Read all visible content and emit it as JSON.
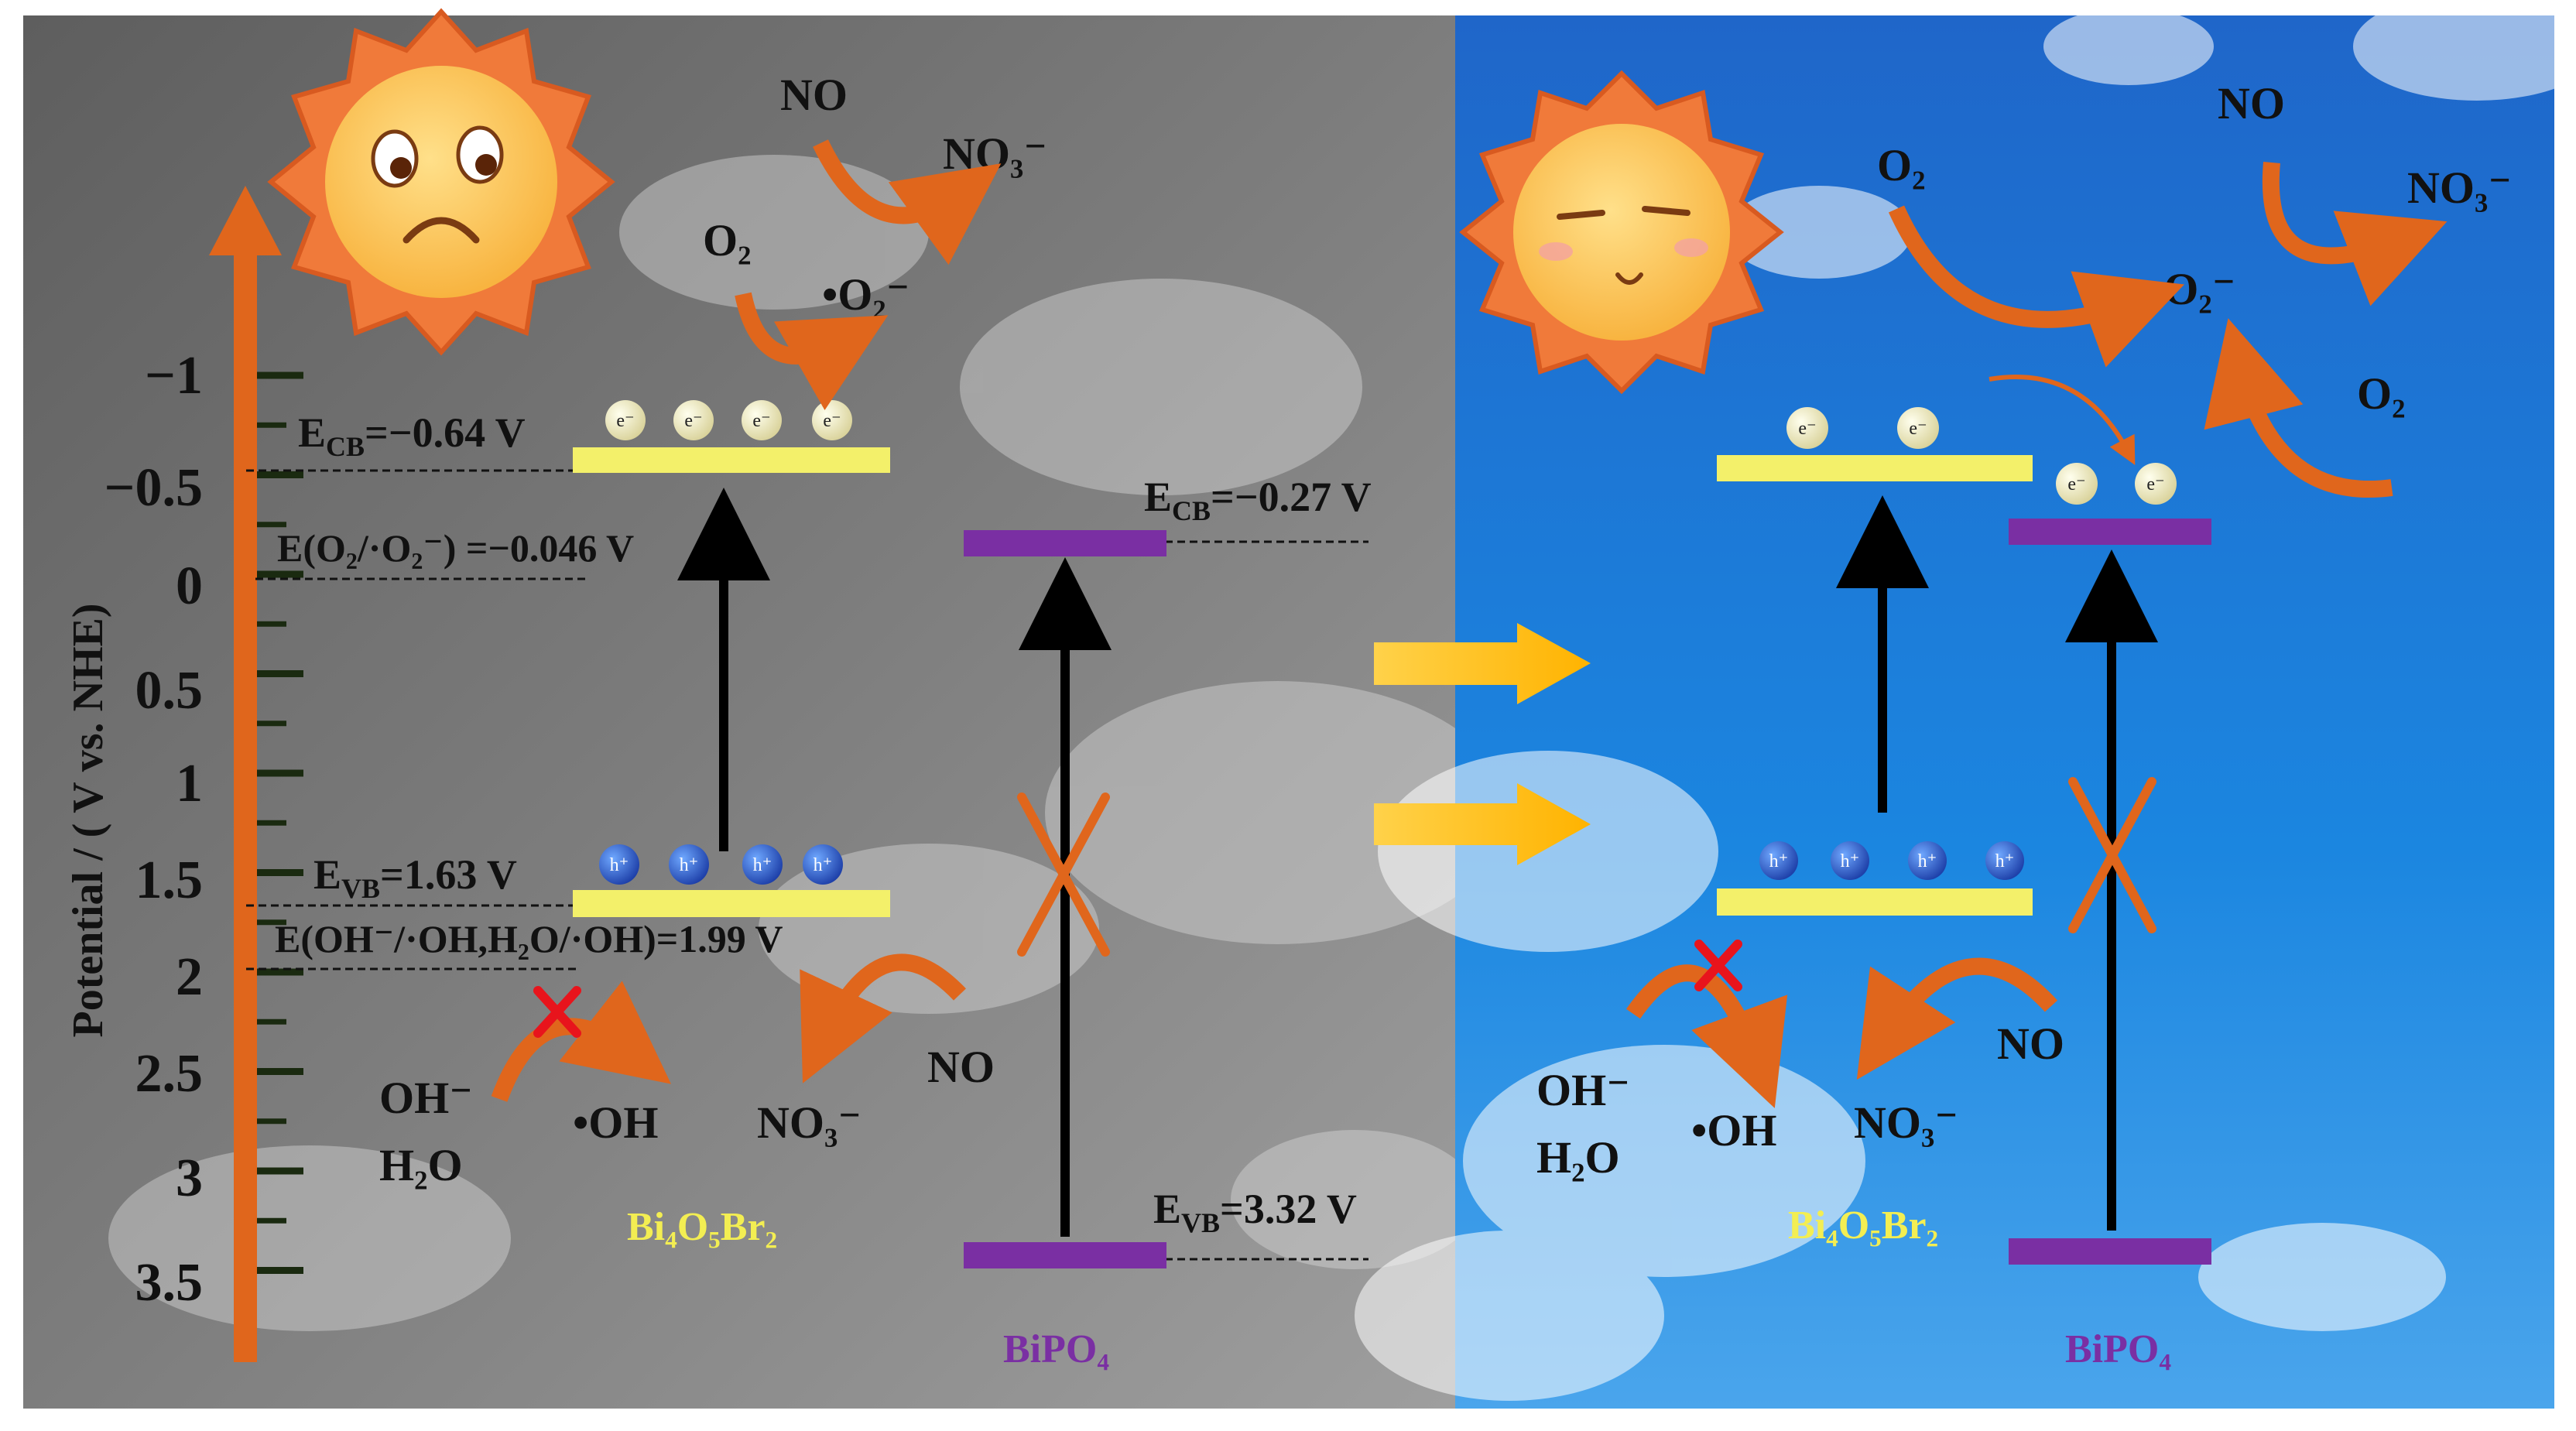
{
  "axis": {
    "label": "Potential / ( V vs. NHE)",
    "ticks": [
      "−1",
      "−0.5",
      "0",
      "0.5",
      "1",
      "1.5",
      "2",
      "2.5",
      "3",
      "3.5"
    ]
  },
  "left_panel": {
    "cb_level": {
      "main": "E",
      "sub": "CB",
      "tail": "=−0.64 V"
    },
    "vb_level": {
      "main": "E",
      "sub": "VB",
      "tail": "=1.63 V"
    },
    "o2_potential": "E(O₂/·O₂⁻) =−0.046 V",
    "oh_potential": "E(OH⁻/·OH,H₂O/·OH)=1.99 V",
    "bipo4_cb": {
      "main": "E",
      "sub": "CB",
      "tail": "=−0.27 V"
    },
    "bipo4_vb": {
      "main": "E",
      "sub": "VB",
      "tail": "=3.32 V"
    },
    "no_top": "NO",
    "no3_top": "NO₃⁻",
    "o2": "O₂",
    "superoxide": "•O₂⁻",
    "oh_minus": "OH⁻",
    "h2o": "H₂O",
    "oh_radical": "•OH",
    "no3_bottom": "NO₃⁻",
    "no_bottom": "NO",
    "bi4o5br2_label": "Bi₄O₅Br₂",
    "bipo4_label": "BiPO₄"
  },
  "right_panel": {
    "o2_left": "O₂",
    "no_top": "NO",
    "no3_top": "NO₃⁻",
    "superoxide": "•O₂⁻",
    "o2_right": "O₂",
    "oh_minus": "OH⁻",
    "h2o": "H₂O",
    "oh_radical": "•OH",
    "no3_bottom": "NO₃⁻",
    "no_bottom": "NO",
    "bi4o5br2_label": "Bi₄O₅Br₂",
    "bipo4_label": "BiPO₄"
  },
  "carriers": {
    "electron": "e⁻",
    "hole": "h⁺"
  },
  "colors": {
    "orange": "#e0661c",
    "yellow_band": "#f3f06a",
    "purple_band": "#7a2fa3",
    "label_yellow": "#f3ee52",
    "label_purple": "#7a2fa3",
    "sky_blue": "#1a7ad8",
    "gray_sky": "#8f8f8f"
  }
}
